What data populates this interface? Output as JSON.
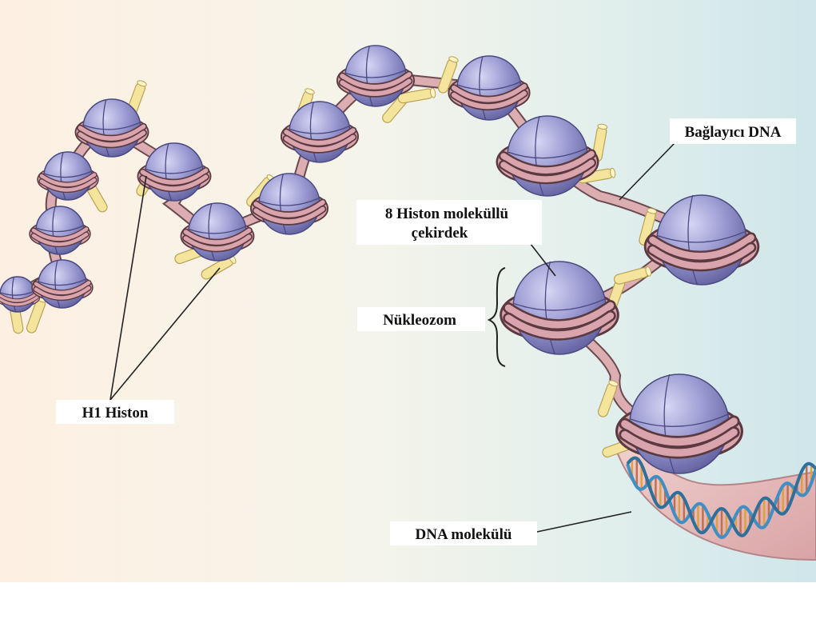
{
  "labels": {
    "linker": "Bağlayıcı DNA",
    "core_line1": "8 Histon moleküllü",
    "core_line2": "çekirdek",
    "nucleosome": "Nükleozom",
    "h1": "H1 Histon",
    "dna": "DNA molekülü"
  },
  "colors": {
    "bg_left": "#fdf3e8",
    "bg_mid": "#f6f5ec",
    "bg_right": "#d8ecec",
    "histone_core": "#8c8bc8",
    "histone_highlight": "#c9c9ee",
    "dna_wrap": "#d9a4ac",
    "dna_wrap_edge": "#5a3a40",
    "h1_histone": "#f4e49c",
    "helix_blue": "#3f8fc4",
    "helix_orange": "#e0a040",
    "tube": "#e9c1c0"
  }
}
